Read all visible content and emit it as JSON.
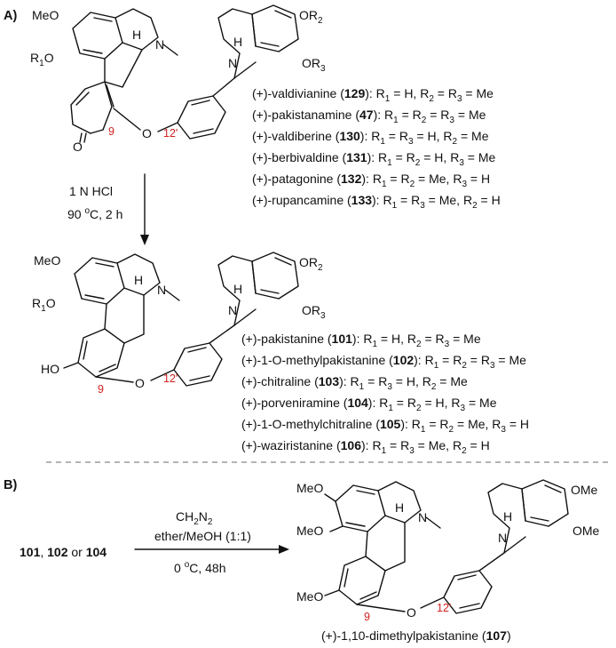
{
  "panel_a": {
    "label": "A)",
    "top_substituents": {
      "meo": "MeO",
      "r1o": "R",
      "r1o_sub": "1",
      "r1o_tail": "O",
      "n": "N",
      "h": "H",
      "or2": "OR",
      "or2_sub": "2",
      "or3": "OR",
      "or3_sub": "3",
      "o_ketone": "O",
      "o_ether": "O",
      "pos9": "9",
      "pos12": "12'"
    },
    "top_compounds": [
      {
        "name": "(+)-valdivianine (",
        "num": "129",
        "rest": "): R",
        "r": [
          [
            "1",
            " = H, R"
          ],
          [
            "2",
            " = R"
          ],
          [
            "3",
            " = Me"
          ]
        ]
      },
      {
        "name": "(+)-pakistanamine (",
        "num": "47",
        "rest": "): R",
        "r": [
          [
            "1",
            " = R"
          ],
          [
            "2",
            " = R"
          ],
          [
            "3",
            " = Me"
          ]
        ]
      },
      {
        "name": "(+)-valdiberine (",
        "num": "130",
        "rest": "): R",
        "r": [
          [
            "1",
            " = R"
          ],
          [
            "3",
            " = H, R"
          ],
          [
            "2",
            " = Me"
          ]
        ]
      },
      {
        "name": "(+)-berbivaldine (",
        "num": "131",
        "rest": "): R",
        "r": [
          [
            "1",
            " = R"
          ],
          [
            "2",
            " = H, R"
          ],
          [
            "3",
            " = Me"
          ]
        ]
      },
      {
        "name": "(+)-patagonine (",
        "num": "132",
        "rest": "): R",
        "r": [
          [
            "1",
            " = R"
          ],
          [
            "2",
            " = Me, R"
          ],
          [
            "3",
            " = H"
          ]
        ]
      },
      {
        "name": "(+)-rupancamine (",
        "num": "133",
        "rest": "): R",
        "r": [
          [
            "1",
            " = R"
          ],
          [
            "3",
            " = Me, R"
          ],
          [
            "2",
            " = H"
          ]
        ]
      }
    ],
    "reagent_1": "1 N HCl",
    "reagent_2a": "90 ",
    "reagent_2sup": "o",
    "reagent_2b": "C, 2 h",
    "bottom_substituents": {
      "meo": "MeO",
      "r1o": "R",
      "r1o_sub": "1",
      "r1o_tail": "O",
      "n": "N",
      "h": "H",
      "or2": "OR",
      "or2_sub": "2",
      "or3": "OR",
      "or3_sub": "3",
      "ho": "HO",
      "o_ether": "O",
      "pos9": "9",
      "pos12": "12'"
    },
    "bottom_compounds": [
      {
        "name": "(+)-pakistanine (",
        "num": "101",
        "rest": "): R",
        "r": [
          [
            "1",
            " = H, R"
          ],
          [
            "2",
            " = R"
          ],
          [
            "3",
            " = Me"
          ]
        ]
      },
      {
        "name": "(+)-1-O-methylpakistanine (",
        "num": "102",
        "rest": "): R",
        "r": [
          [
            "1",
            " = R"
          ],
          [
            "2",
            " = R"
          ],
          [
            "3",
            " = Me"
          ]
        ]
      },
      {
        "name": "(+)-chitraline (",
        "num": "103",
        "rest": "): R",
        "r": [
          [
            "1",
            " = R"
          ],
          [
            "3",
            " = H, R"
          ],
          [
            "2",
            " = Me"
          ]
        ]
      },
      {
        "name": "(+)-porveniramine (",
        "num": "104",
        "rest": "): R",
        "r": [
          [
            "1",
            " = R"
          ],
          [
            "2",
            " = H, R"
          ],
          [
            "3",
            " = Me"
          ]
        ]
      },
      {
        "name": "(+)-1-O-methylchitraline (",
        "num": "105",
        "rest": "): R",
        "r": [
          [
            "1",
            " = R"
          ],
          [
            "2",
            " = Me, R"
          ],
          [
            "3",
            " = H"
          ]
        ]
      },
      {
        "name": "(+)-waziristanine (",
        "num": "106",
        "rest": "): R",
        "r": [
          [
            "1",
            " = R"
          ],
          [
            "3",
            " = Me, R"
          ],
          [
            "2",
            " = H"
          ]
        ]
      }
    ]
  },
  "panel_b": {
    "label": "B)",
    "start_a": "101",
    "start_sep1": ", ",
    "start_b": "102",
    "start_sep2": " or ",
    "start_c": "104",
    "reagent_1a": "CH",
    "reagent_1sub": "2",
    "reagent_1b": "N",
    "reagent_1sub2": "2",
    "reagent_2": "ether/MeOH (1:1)",
    "reagent_3a": "0 ",
    "reagent_3sup": "o",
    "reagent_3b": "C, 48h",
    "substituents": {
      "meo_a": "MeO",
      "meo_b": "MeO",
      "meo_c": "MeO",
      "n": "N",
      "h": "H",
      "ome_a": "OMe",
      "ome_b": "OMe",
      "o_ether": "O",
      "pos9": "9",
      "pos12": "12'"
    },
    "product_name": "(+)-1,10-dimethylpakistanine (",
    "product_num": "107",
    "product_close": ")"
  },
  "colors": {
    "ink": "#111111",
    "position_red": "#d42020",
    "divider": "#888888"
  }
}
